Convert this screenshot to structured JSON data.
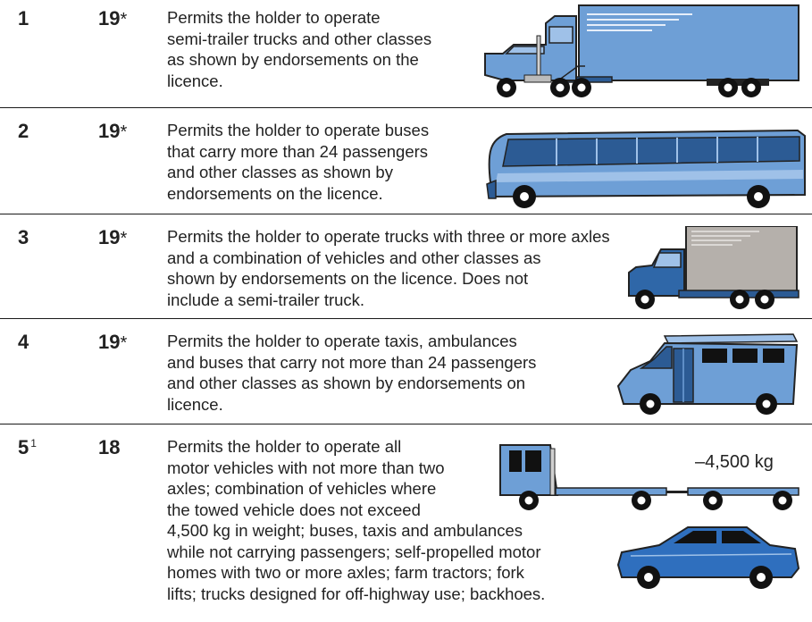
{
  "rows": [
    {
      "class": "1",
      "age": "19",
      "age_mark": "*",
      "lines": [
        "Permits the holder to operate",
        "semi-trailer trucks and other classes",
        "as shown by endorsements on the",
        "licence."
      ],
      "icon": "semi-trailer-truck-icon"
    },
    {
      "class": "2",
      "age": "19",
      "age_mark": "*",
      "lines": [
        "Permits the holder to operate buses",
        "that carry more than 24 passengers",
        "and other classes as shown by",
        "endorsements on the licence."
      ],
      "icon": "bus-icon"
    },
    {
      "class": "3",
      "age": "19",
      "age_mark": "*",
      "lines": [
        "Permits the holder to operate trucks with three or more axles",
        "and a combination of vehicles and other classes as",
        "shown by endorsements on the licence. Does not",
        "include a semi-trailer truck."
      ],
      "icon": "box-truck-icon"
    },
    {
      "class": "4",
      "age": "19",
      "age_mark": "*",
      "lines": [
        "Permits the holder to operate taxis, ambulances",
        "and buses that carry not more than 24 passengers",
        "and other classes as shown by endorsements on",
        "licence."
      ],
      "icon": "van-icon"
    },
    {
      "class": "5",
      "class_note": "1",
      "age": "18",
      "age_mark": "",
      "lines": [
        "Permits the holder to operate all",
        "motor vehicles with not more than two",
        "axles; combination of vehicles where",
        "the towed vehicle does not exceed",
        "4,500 kg in weight; buses, taxis and ambulances",
        "while not carrying passengers; self-propelled motor",
        "homes with two or more axles; farm tractors; fork",
        "lifts; trucks designed for off-highway use; backhoes."
      ],
      "icon": "flatbed-truck-with-trailer-icon",
      "weight_label": "–4,500 kg"
    }
  ],
  "colors": {
    "vehicle_blue": "#6e9fd6",
    "vehicle_dark": "#2c5b94",
    "box_gray": "#b5b0ab",
    "outline": "#222222",
    "rule": "#1a1a1a"
  }
}
